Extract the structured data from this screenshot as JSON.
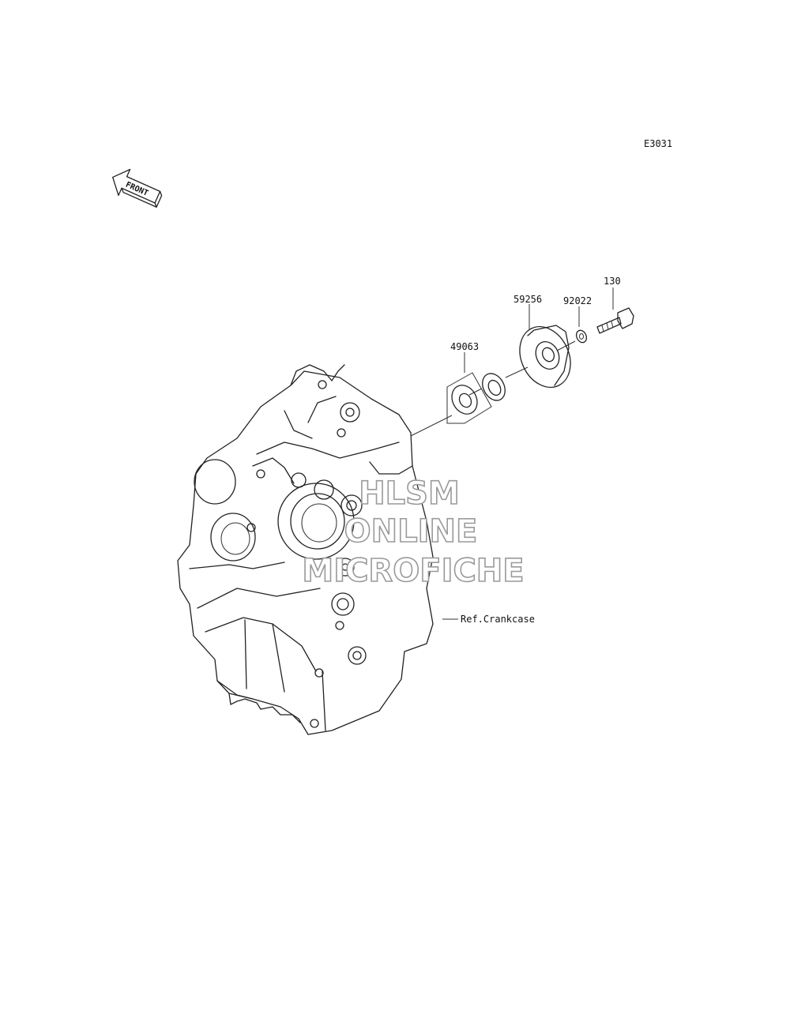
{
  "diagram_code": "E3031",
  "front_label": "FRONT",
  "parts": [
    {
      "number": "130"
    },
    {
      "number": "59256"
    },
    {
      "number": "92022"
    },
    {
      "number": "49063"
    }
  ],
  "reference": "Ref.Crankcase",
  "watermark": [
    "HLSM",
    "ONLINE",
    "MICROFICHE"
  ]
}
